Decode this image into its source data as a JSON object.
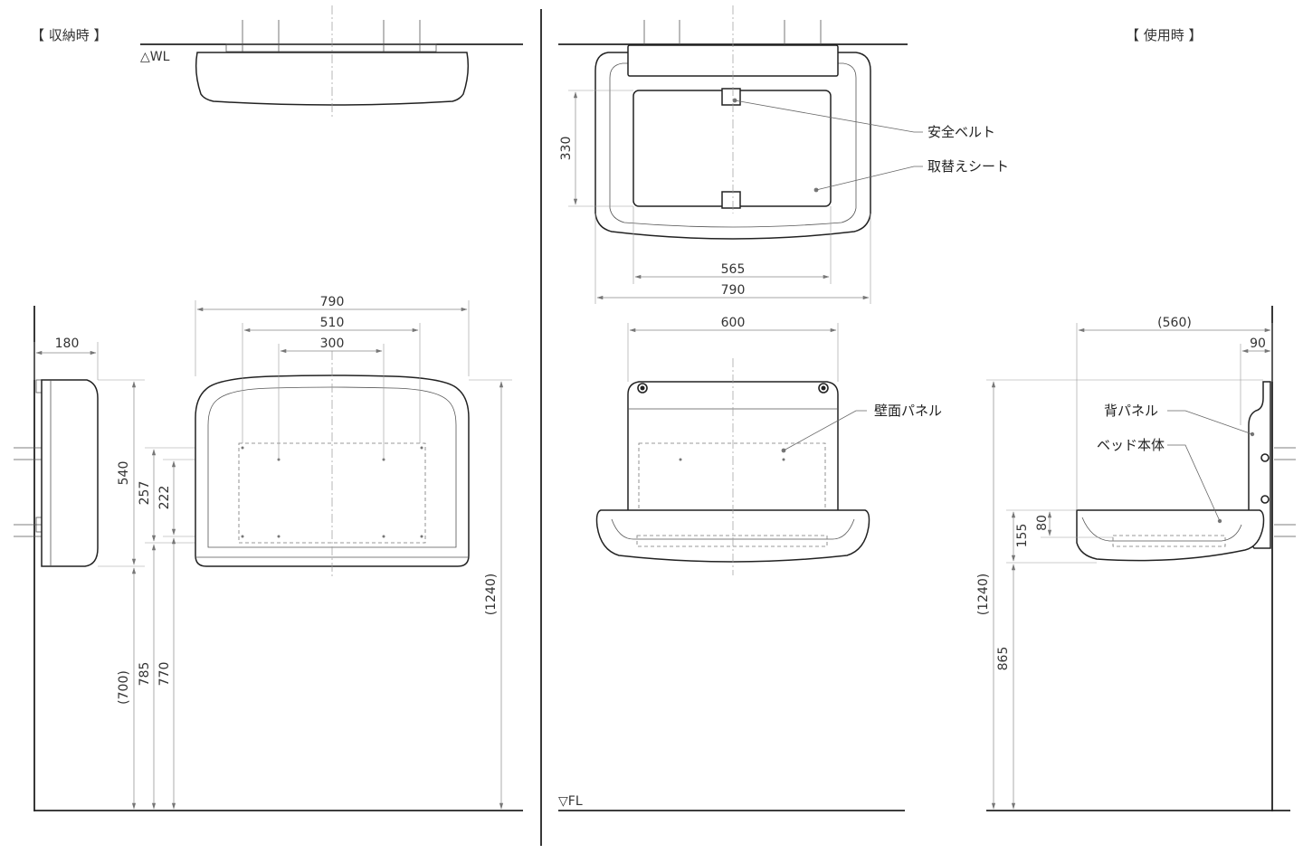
{
  "titles": {
    "stored": "【 収納時 】",
    "in_use": "【 使用時 】"
  },
  "refs": {
    "wall_line": "△WL",
    "floor_line": "▽FL"
  },
  "labels": {
    "safety_belt": "安全ベルト",
    "replacement_sheet": "取替えシート",
    "wall_panel": "壁面パネル",
    "back_panel": "背パネル",
    "bed_body": "ベッド本体"
  },
  "dims": {
    "stored_side_depth": "180",
    "stored_front_width": "790",
    "stored_mount_outer": "510",
    "stored_mount_inner": "300",
    "stored_height": "540",
    "stored_mount_span": "257",
    "stored_mount_pitch": "222",
    "stored_bottom_from_floor": "(700)",
    "stored_lower_mount": "785",
    "stored_upper_mount": "770",
    "stored_top_from_floor": "(1240)",
    "use_plan_depth": "330",
    "use_plan_sheet_width": "565",
    "use_plan_width": "790",
    "use_front_panel_width": "600",
    "use_side_projection": "(560)",
    "use_side_back_depth": "90",
    "use_side_bed_height": "155",
    "use_side_tray_depth": "80",
    "use_side_top_from_floor": "(1240)",
    "use_side_bed_from_floor": "865"
  }
}
